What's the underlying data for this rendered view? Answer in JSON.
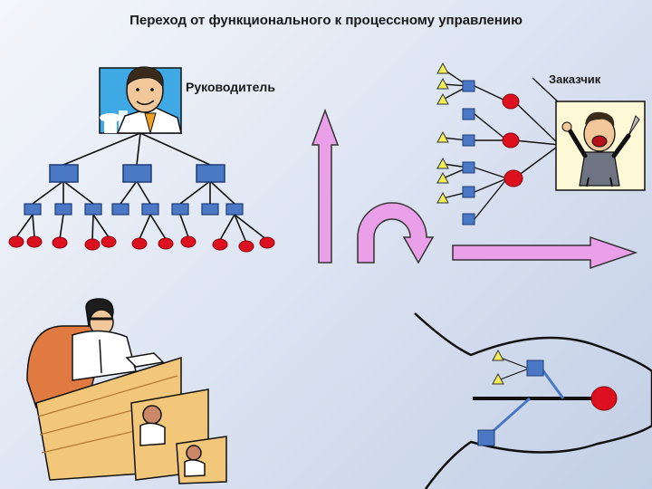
{
  "title": "Переход от функционального к процессному управлению",
  "labels": {
    "manager": "Руководитель",
    "customer": "Заказчик"
  },
  "icons": {
    "manager_portrait": "businessman-portrait-icon",
    "customer_figure": "excited-customer-icon",
    "office_workers": "office-workers-at-desks-icon",
    "up_arrow": "up-arrow-icon",
    "circular_arrow": "rotate-arrow-icon",
    "right_arrow": "right-arrow-icon",
    "fish_diagram": "fishbone-diagram-icon"
  },
  "colors": {
    "box_blue": "#4a78c4",
    "circle_red": "#dd1020",
    "triangle_yellow": "#f2ee55",
    "arrow_pink": "#eaa0e8",
    "line_black": "#111111"
  }
}
